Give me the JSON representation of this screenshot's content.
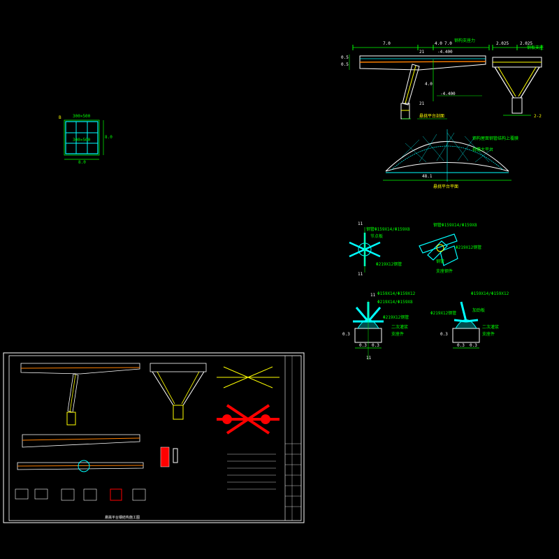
{
  "drawing": {
    "colors": {
      "background": "#000000",
      "green": "#00ff00",
      "cyan": "#00ffff",
      "yellow": "#ffff00",
      "red": "#ff0000",
      "white": "#ffffff",
      "orange": "#ff8000",
      "magenta": "#ff00ff"
    },
    "small_plan": {
      "label_letter": "B",
      "top_text": "300×500",
      "center_text": "300×500",
      "dim_right": "8.0",
      "dim_bottom": "8.0"
    },
    "elevation_1": {
      "dims_top": [
        "7.0",
        "4.0",
        "7.0"
      ],
      "note_right": "钢构支座力",
      "level_top": "-4.400",
      "level_bottom": "-4.400",
      "section_marks": [
        "21",
        "21"
      ],
      "dim_mid": "4.0",
      "left_dims": [
        "0.5",
        "0.5"
      ],
      "caption": "悬挑平台剖面"
    },
    "elevation_2": {
      "dims_top": [
        "2.025",
        "2.025"
      ],
      "note": "钢板支座",
      "caption": "2-2"
    },
    "arch": {
      "note_top": "钢构屋面钢管结构上覆膜",
      "note_sub": "挑檐大平台",
      "span": "48.1",
      "caption": "悬挑平台平面"
    },
    "node_1": {
      "mark": "11",
      "note_a": "钢管Φ159X14/Φ159X8",
      "note_b": "节点板",
      "note_c": "Φ219X12钢管",
      "mark_bottom": "11"
    },
    "node_2": {
      "note_a": "钢管Φ159X14/Φ159X8",
      "note_b": "Φ219X12钢管",
      "note_c": "钢管",
      "note_d": "支座钢件"
    },
    "node_3": {
      "mark": "11",
      "note_a": "Φ159X14/Φ159X12",
      "note_b": "Φ219X14/Φ159X8",
      "note_c": "Φ219X12钢管",
      "note_d": "二次灌浆",
      "note_e": "支座件",
      "dims": [
        "0.3",
        "0.3"
      ],
      "dim_left": "0.3",
      "mark_bottom": "11"
    },
    "node_4": {
      "note_a": "Φ159X14/Φ159X12",
      "note_b": "加劲板",
      "note_c": "Φ219X12钢管",
      "note_d": "二次灌浆",
      "note_e": "支座件",
      "dims": [
        "0.3",
        "0.3"
      ],
      "dim_left": "0.3"
    },
    "sheet": {
      "title_caption": "悬挑平台钢结构施工图"
    }
  }
}
